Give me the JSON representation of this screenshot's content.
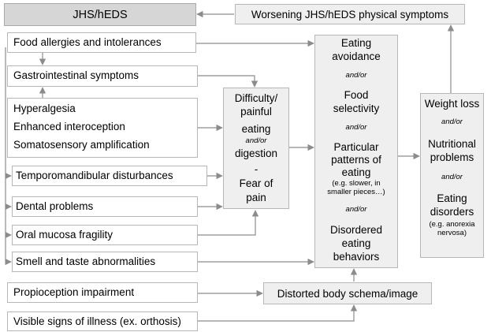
{
  "top": {
    "jhs": "JHS/hEDS",
    "worsening": "Worsening JHS/hEDS physical symptoms"
  },
  "left": {
    "food_allergies": "Food allergies and intolerances",
    "gastro": "Gastrointestinal symptoms",
    "hyperalgesia": "Hyperalgesia",
    "interoception": "Enhanced interoception",
    "somatosensory": "Somatosensory amplification",
    "tmj": "Temporomandibular disturbances",
    "dental": "Dental problems",
    "oral": "Oral mucosa fragility",
    "smell": "Smell and taste abnormalities",
    "propio": "Propioception impairment",
    "visible": "Visible signs of illness (ex. orthosis)"
  },
  "difficulty": {
    "l1": "Difficulty/",
    "l2": "painful",
    "l3": "eating",
    "andor": "and/or",
    "l4": "digestion",
    "dash": "-",
    "l5": "Fear of",
    "l6": "pain"
  },
  "eating": {
    "l1": "Eating",
    "l2": "avoidance",
    "andor1": "and/or",
    "l3": "Food",
    "l4": "selectivity",
    "andor2": "and/or",
    "l5": "Particular",
    "l6": "patterns of",
    "l7": "eating",
    "l8": "(e.g. slower, in",
    "l9": "smaller pieces…)",
    "andor3": "and/or",
    "l10": "Disordered",
    "l11": "eating",
    "l12": "behaviors"
  },
  "outcome": {
    "l1": "Weight loss",
    "andor1": "and/or",
    "l2": "Nutritional",
    "l3": "problems",
    "andor2": "and/or",
    "l4": "Eating",
    "l5": "disorders",
    "l6": "(e.g. anorexia",
    "l7": "nervosa)"
  },
  "distorted": "Distorted body schema/image",
  "colors": {
    "arrow": "#8c8c8c",
    "border": "#b7b7b7",
    "header_fill": "#d6d6d6",
    "fill": "#efefef"
  }
}
